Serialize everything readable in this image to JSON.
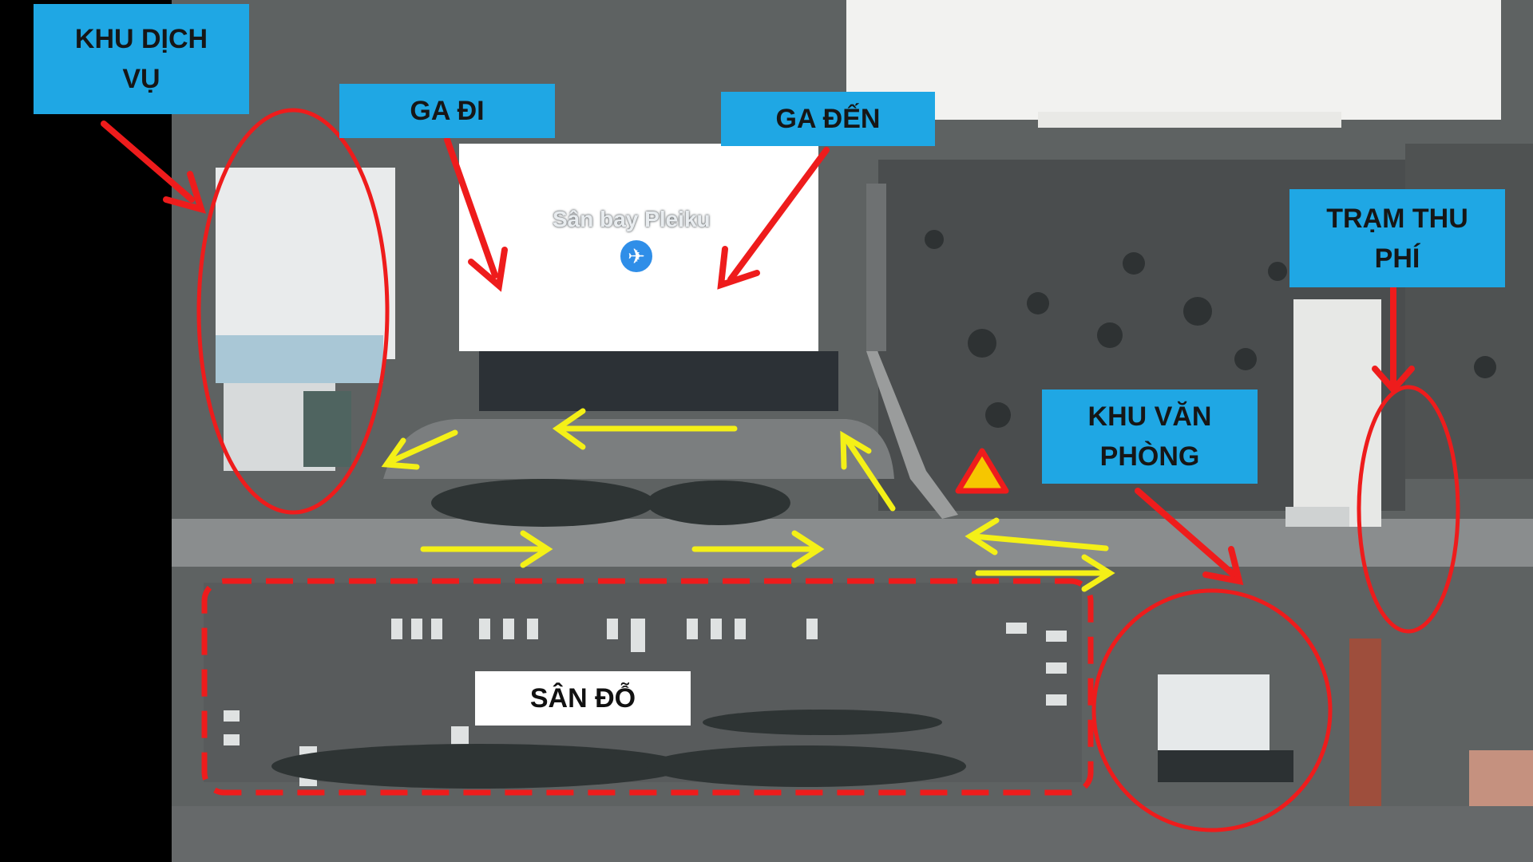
{
  "map": {
    "place_name": "Sân bay Pleiku",
    "pin_icon": "airplane-icon"
  },
  "labels": {
    "service_area": "KHU DỊCH\nVỤ",
    "departure": "GA ĐI",
    "arrival": "GA ĐẾN",
    "toll_station": "TRẠM THU\nPHÍ",
    "office_area": "KHU VĂN\nPHÒNG",
    "parking": "SÂN ĐỖ"
  },
  "colors": {
    "label_blue": "#1fa7e4",
    "highlight_red": "#ee1c1c",
    "flow_yellow": "#f4f017",
    "warning_triangle": "#f6c600"
  }
}
